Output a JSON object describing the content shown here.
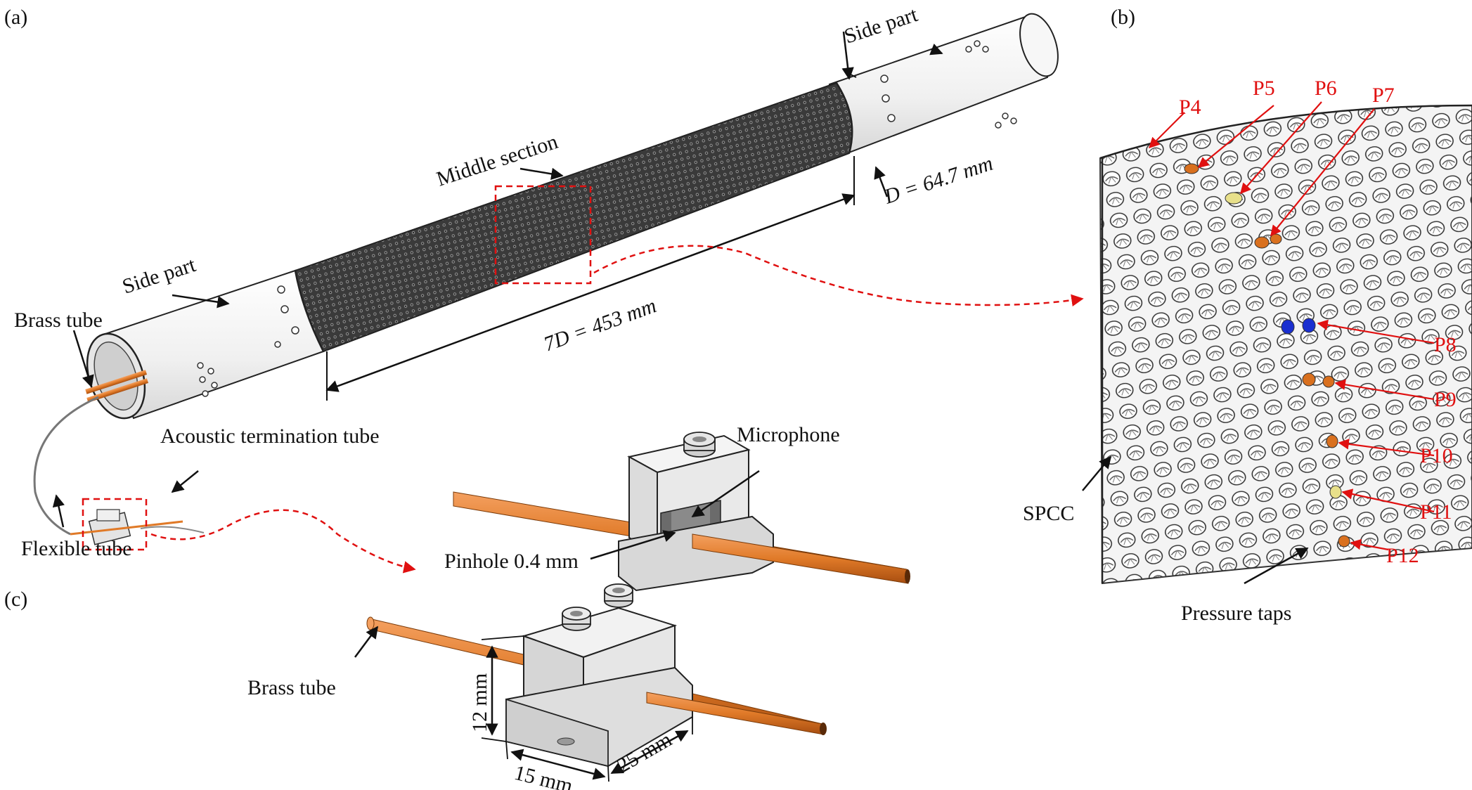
{
  "panels": {
    "a": "(a)",
    "b": "(b)",
    "c": "(c)"
  },
  "labels": {
    "side_part_top": "Side part",
    "side_part_left": "Side part",
    "middle_section": "Middle section",
    "diameter": "D = 64.7 mm",
    "length": "7D = 453 mm",
    "brass_tube_a": "Brass tube",
    "acoustic_termination": "Acoustic termination tube",
    "flexible_tube": "Flexible tube",
    "microphone": "Microphone",
    "pinhole": "Pinhole 0.4 mm",
    "brass_tube_c": "Brass tube",
    "dim_12": "12 mm",
    "dim_15": "15 mm",
    "dim_25": "25 mm",
    "spcc": "SPCC",
    "pressure_taps": "Pressure taps"
  },
  "taps": [
    "P4",
    "P5",
    "P6",
    "P7",
    "P8",
    "P9",
    "P10",
    "P11",
    "P12"
  ],
  "colors": {
    "annotation": "#e01010",
    "brass": "#e07a28",
    "tap_orange": "#d9701e",
    "tap_yellow": "#e8e08a",
    "tap_blue": "#1a2fd0",
    "mesh": "#2a2a2a",
    "metal": "#ececec",
    "outline": "#222222"
  }
}
